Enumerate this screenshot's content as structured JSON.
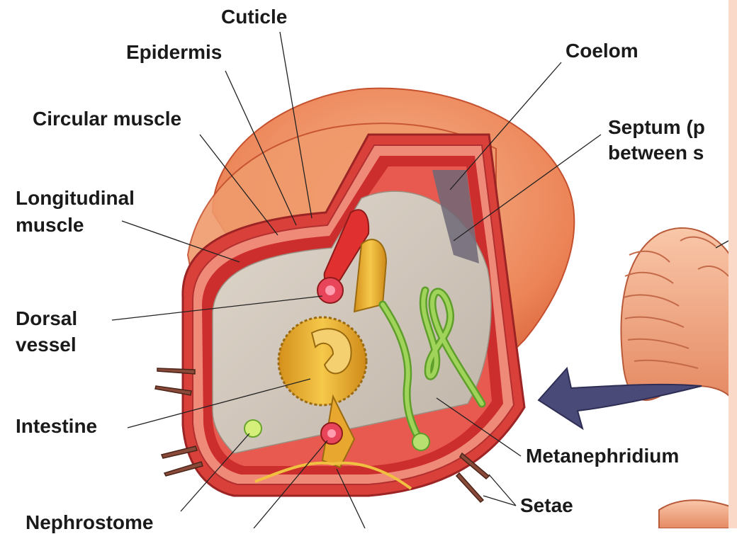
{
  "labels": {
    "cuticle": "Cuticle",
    "epidermis": "Epidermis",
    "coelom": "Coelom",
    "circular_muscle": "Circular muscle",
    "septum_line1": "Septum (p",
    "septum_line2": "between s",
    "longitudinal_line1": "Longitudinal",
    "longitudinal_line2": "muscle",
    "dorsal_line1": "Dorsal",
    "dorsal_line2": "vessel",
    "intestine": "Intestine",
    "metanephridium": "Metanephridium",
    "setae": "Setae",
    "nephrostome": "Nephrostome"
  },
  "colors": {
    "outer_tissue": "#e8784a",
    "muscle_red": "#d63a3a",
    "septum_gray": "#cfc6bb",
    "intestine_gold": "#e8b030",
    "nephridium_green": "#7fbf3f",
    "arrow": "#4a4a78",
    "edge_bar": "#fbd9c9"
  }
}
